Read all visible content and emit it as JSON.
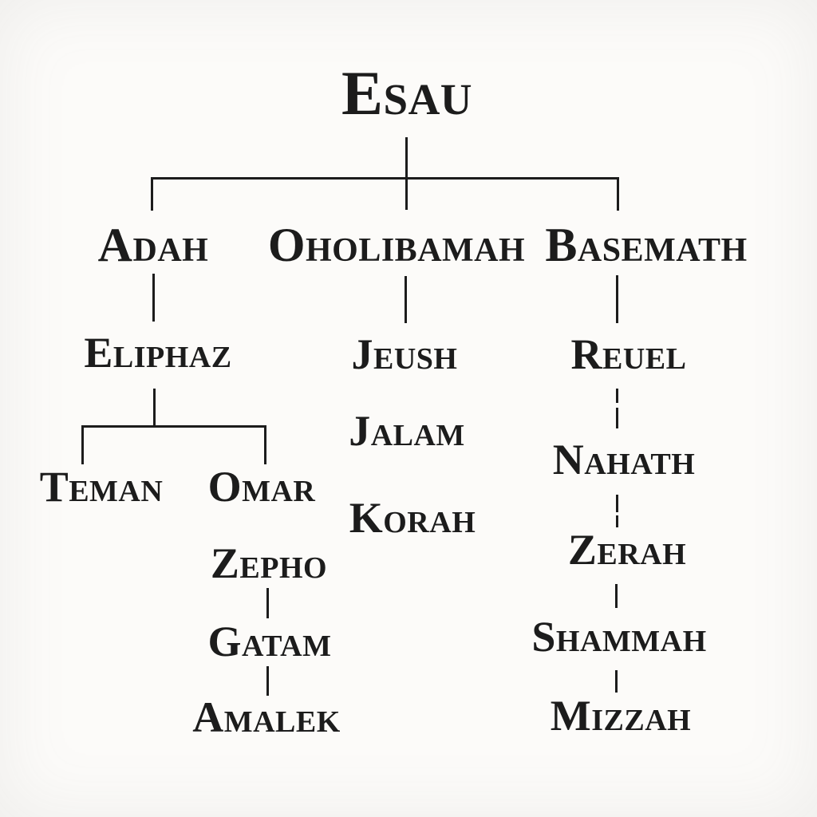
{
  "diagram_type": "family-tree",
  "style": {
    "ink": "#1c1c1c",
    "background": "#fcfbf9"
  },
  "tree": {
    "root": {
      "name": "Esau"
    },
    "wives": [
      {
        "name": "Adah",
        "sons": [
          {
            "name": "Eliphaz",
            "sons": [
              {
                "name": "Teman"
              },
              {
                "name": "Omar"
              },
              {
                "name": "Zepho"
              },
              {
                "name": "Gatam"
              },
              {
                "name": "Amalek"
              }
            ]
          }
        ]
      },
      {
        "name": "Oholibamah",
        "sons": [
          {
            "name": "Jeush"
          },
          {
            "name": "Jalam"
          },
          {
            "name": "Korah"
          }
        ]
      },
      {
        "name": "Basemath",
        "sons": [
          {
            "name": "Reuel",
            "sons": [
              {
                "name": "Nahath"
              },
              {
                "name": "Zerah"
              },
              {
                "name": "Shammah"
              },
              {
                "name": "Mizzah"
              }
            ]
          }
        ]
      }
    ]
  }
}
